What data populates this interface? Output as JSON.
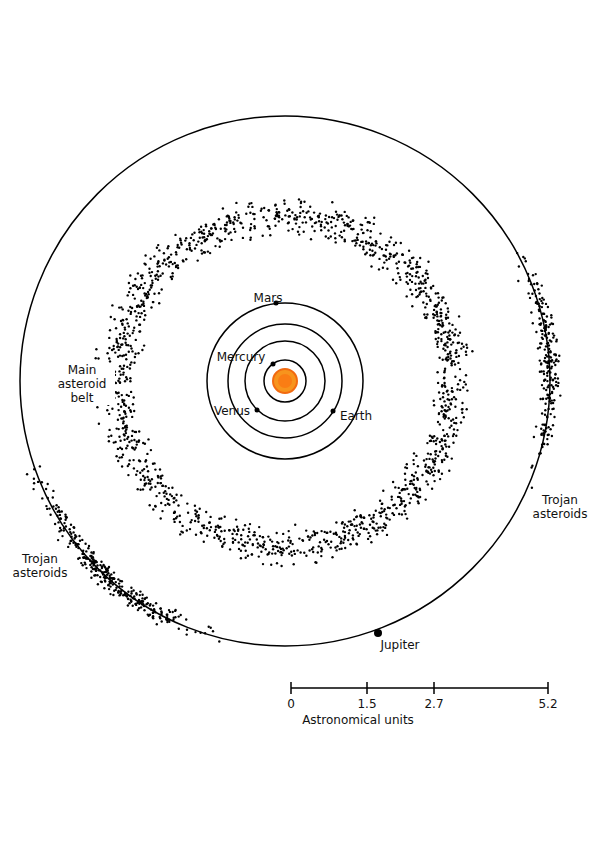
{
  "diagram": {
    "labels": [
      "Mars",
      "Mercury",
      "Venus",
      "Earth",
      "Main asteroid belt",
      "Trojan asteroids",
      "Trojan asteroids",
      "Jupiter",
      "0",
      "1.5",
      "2.7",
      "5.2",
      "Astronomical units"
    ]
  }
}
